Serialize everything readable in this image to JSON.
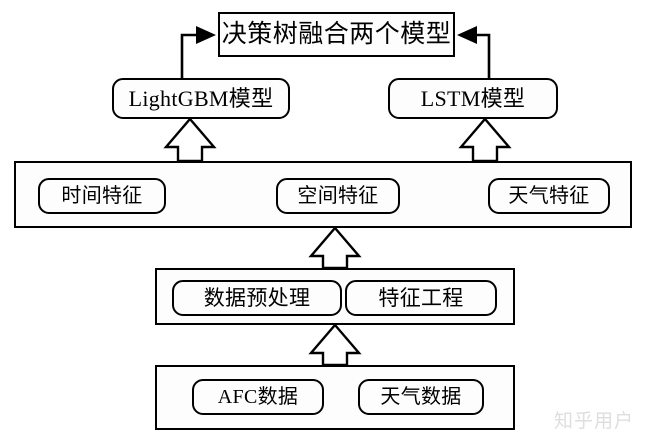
{
  "diagram": {
    "title_node": {
      "label": "决策树融合两个模型"
    },
    "model_layer": {
      "nodes": [
        {
          "label": "LightGBM模型"
        },
        {
          "label": "LSTM模型"
        }
      ]
    },
    "feature_layer": {
      "nodes": [
        {
          "label": "时间特征"
        },
        {
          "label": "空间特征"
        },
        {
          "label": "天气特征"
        }
      ]
    },
    "processing_layer": {
      "nodes": [
        {
          "label": "数据预处理"
        },
        {
          "label": "特征工程"
        }
      ]
    },
    "data_layer": {
      "nodes": [
        {
          "label": "AFC数据"
        },
        {
          "label": "天气数据"
        }
      ]
    },
    "watermark": {
      "label": "知乎用户"
    },
    "colors": {
      "stroke": "#000000",
      "fill": "#fdfdfd",
      "background": "#ffffff",
      "watermark": "#dedede"
    }
  }
}
